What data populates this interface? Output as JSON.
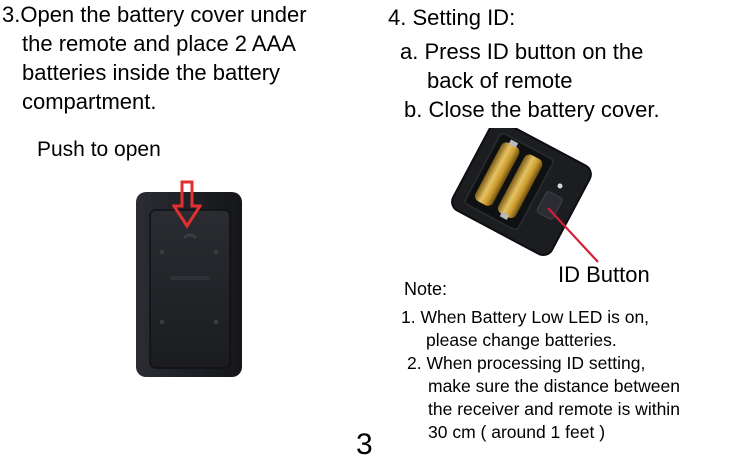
{
  "step3": {
    "lines": [
      "3.Open the battery cover under",
      "the remote and place 2 AAA",
      "batteries inside the battery",
      "compartment."
    ],
    "push_label": "Push to open"
  },
  "step4": {
    "heading": "4. Setting ID:",
    "a_lines": [
      "a. Press ID button on the",
      "back of remote"
    ],
    "b_line": "b. Close the battery cover."
  },
  "id_button_label": "ID Button",
  "note": {
    "label": "Note:",
    "item1": [
      "1. When Battery Low LED is on,",
      "please change batteries."
    ],
    "item2": [
      "2. When processing ID setting,",
      "make sure the distance  between",
      "the receiver and remote is within",
      "30 cm ( around 1 feet )"
    ]
  },
  "page_number": "3",
  "colors": {
    "arrow": "#e03030",
    "callout_line": "#d11f3a",
    "remote_body": "#1c1d21",
    "battery_gold": "#c99a2e"
  }
}
